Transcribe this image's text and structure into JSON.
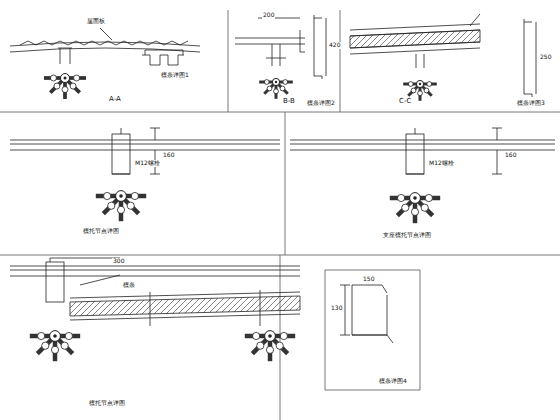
{
  "diagram": {
    "labels": [
      "A-A",
      "屋面板",
      "檩条详图1",
      "200",
      "B-B",
      "420",
      "檩条详图2",
      "C-C",
      "250",
      "檩条详图3",
      "M12螺栓",
      "160",
      "檩托节点详图",
      "M12螺栓",
      "160",
      "支座檩托节点详图",
      "300",
      "檩条",
      "150",
      "130",
      "檩条详图4",
      "檩托节点详图"
    ]
  }
}
